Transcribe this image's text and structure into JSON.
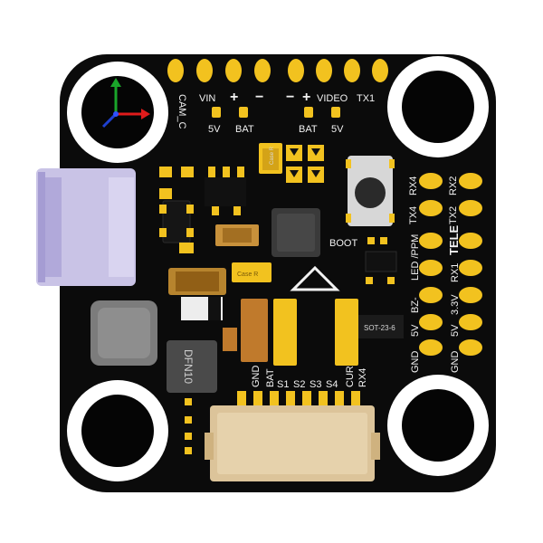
{
  "labels": {
    "cam_c": "CAM_C",
    "vin": "VIN",
    "plus_left": "+",
    "minus_left": "−",
    "minus_right": "−",
    "plus_right": "+",
    "video": "VIDEO",
    "tx1": "TX1",
    "v5_left": "5V",
    "bat_left": "BAT",
    "bat_right": "BAT",
    "v5_right": "5V",
    "rx4_right": "RX4",
    "rx2": "RX2",
    "tx4": "TX4",
    "tx2": "TX2",
    "boot": "BOOT",
    "tele": "TELE",
    "led_ppm": "LED /PPM",
    "bz": "BZ-",
    "rx1": "RX1",
    "v33": "3.3V",
    "v5_mid": "5V",
    "v5_right_col": "5V",
    "gnd_mid": "GND",
    "gnd_right": "GND",
    "gnd_bottom": "GND",
    "bat_bottom": "BAT",
    "s1": "S1",
    "s2": "S2",
    "s3": "S3",
    "s4": "S4",
    "cur": "CUR",
    "rx4_bottom": "RX4"
  },
  "packages": {
    "dfn": "DFN10",
    "sot": "SOT-23-6",
    "case_r1": "Case R",
    "case_r2": "Case R"
  },
  "colors": {
    "board": "#0b0b0b",
    "pad": "#f2c21f",
    "silk": "#f2f2f2",
    "usb": "#c9c3e6",
    "connector": "#dcc49a",
    "axis_x": "#e01b1b",
    "axis_y": "#1aa52a",
    "axis_z": "#1e40d0"
  },
  "icons": {
    "axis": "xyz-axis-gizmo-icon",
    "direction": "forward-arrow-triangle-icon"
  }
}
